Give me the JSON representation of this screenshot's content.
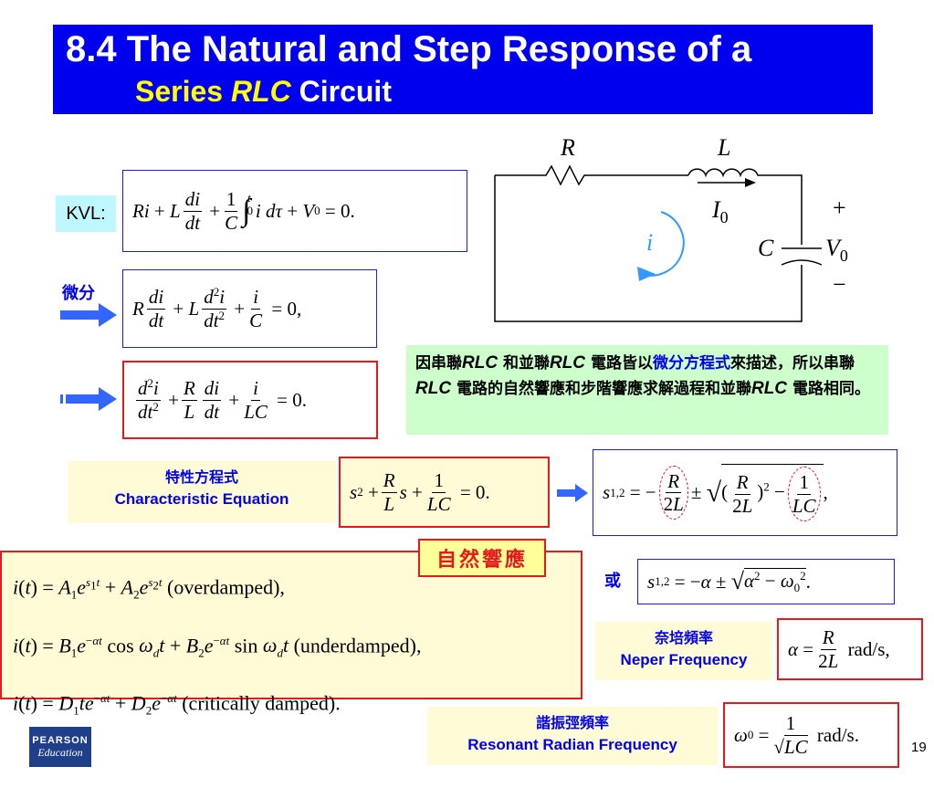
{
  "title": {
    "line1": "8.4 The Natural and Step Response of a",
    "line2_series": "Series",
    "line2_rlc": "RLC",
    "line2_circuit": "Circuit"
  },
  "kvl_label": "KVL:",
  "diff_label": "微分",
  "circuit": {
    "r_label": "R",
    "l_label": "L",
    "c_label": "C",
    "i0_label": "I",
    "i0_sub": "0",
    "loop_label": "i",
    "v0_label": "V",
    "v0_sub": "0",
    "plus": "+",
    "minus": "−"
  },
  "note": {
    "p1": "因串聯",
    "rlc1": "RLC",
    "p2": " 和並聯",
    "rlc2": "RLC",
    "p3": " 電路皆以",
    "kw": "微分方程式",
    "p4": "來描述，所以串聯",
    "rlc3": "RLC",
    "p5": " 電路的自然響應和步階響應求解過程和並聯",
    "rlc4": "RLC",
    "p6": " 電路相同。"
  },
  "char_eq": {
    "cn": "特性方程式",
    "en": "Characteristic Equation"
  },
  "natural_response_tag": "自然響應",
  "responses": {
    "overdamped": "(overdamped),",
    "underdamped": "(underdamped),",
    "critical": "(critically damped)."
  },
  "or_label": "或",
  "neper": {
    "cn": "奈培頻率",
    "en": "Neper Frequency",
    "unit": "rad/s,"
  },
  "resonant": {
    "cn": "諧振弳頻率",
    "en": "Resonant Radian Frequency",
    "unit": "rad/s."
  },
  "logo": {
    "line1": "PEARSON",
    "line2": "Education"
  },
  "page_number": "19",
  "colors": {
    "title_bg": "#0000ee",
    "title_accent": "#ffff00",
    "box_red": "#e8191a",
    "box_blue": "#1a1aff",
    "note_bg": "#ccffcc",
    "label_bg": "#fffbd6"
  }
}
